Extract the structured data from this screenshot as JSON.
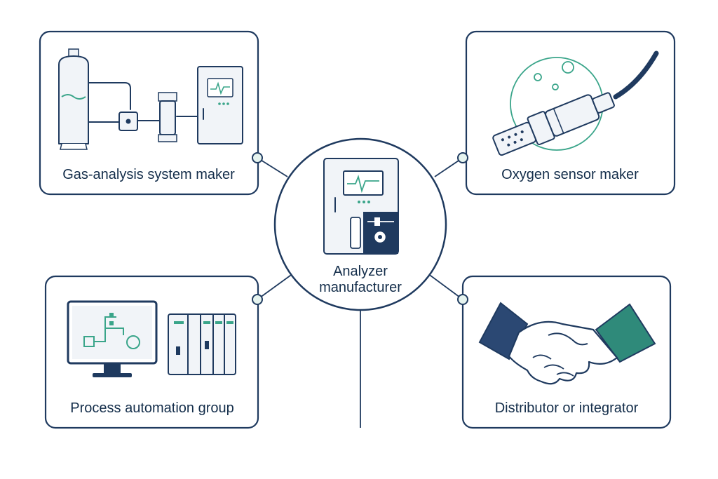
{
  "center": {
    "label_line1": "Analyzer",
    "label_line2": "manufacturer",
    "icon": "analyzer-cabinet-icon"
  },
  "cards": [
    {
      "id": "top-left",
      "label": "Gas-analysis system maker",
      "icon": "gas-analysis-system-icon"
    },
    {
      "id": "top-right",
      "label": "Oxygen sensor maker",
      "icon": "oxygen-sensor-icon"
    },
    {
      "id": "bottom-left",
      "label": "Process automation group",
      "icon": "process-automation-icon"
    },
    {
      "id": "bottom-right",
      "label": "Distributor or integrator",
      "icon": "handshake-icon"
    }
  ],
  "colors": {
    "primary": "#1f3a5f",
    "accent": "#3aa58a",
    "node": "#e6f4ef",
    "background": "#ffffff"
  }
}
